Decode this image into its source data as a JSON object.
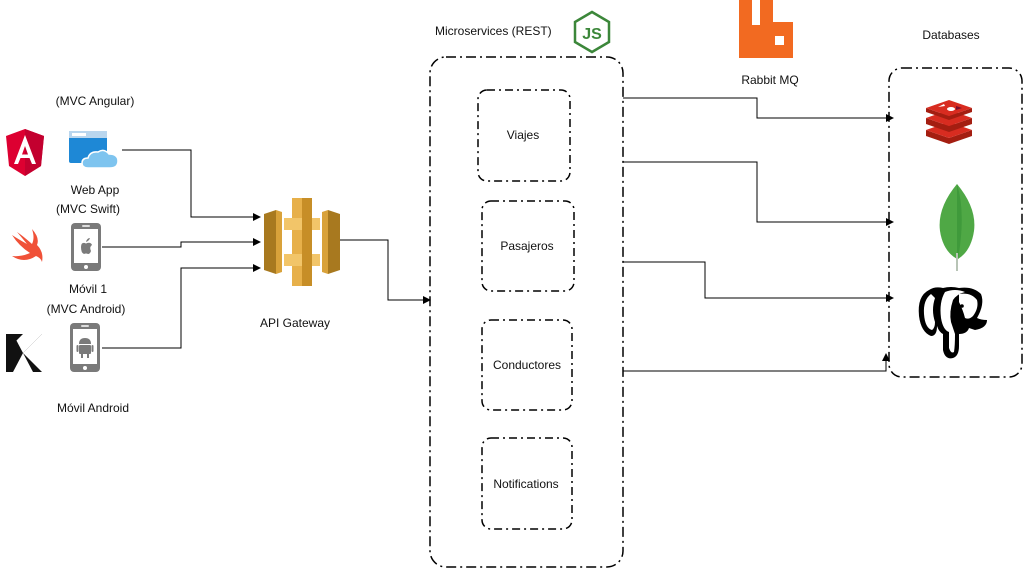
{
  "clients": {
    "web": {
      "tech_label": "(MVC Angular)",
      "name": "Web App"
    },
    "ios": {
      "tech_label": "(MVC Swift)",
      "name": "Móvil 1"
    },
    "android": {
      "tech_label": "(MVC Android)",
      "name": "Móvil Android"
    }
  },
  "gateway": {
    "label": "API Gateway"
  },
  "microservices": {
    "title": "Microservices  (REST)",
    "services": [
      "Viajes",
      "Pasajeros",
      "Conductores",
      "Notifications"
    ]
  },
  "broker": {
    "label": "Rabbit MQ"
  },
  "databases": {
    "title": "Databases"
  },
  "icons": {
    "angular": "angular-logo-icon",
    "webapp": "browser-cloud-icon",
    "swift": "swift-logo-icon",
    "iphone": "iphone-icon",
    "kotlin": "kotlin-logo-icon",
    "android_phone": "android-phone-icon",
    "gateway": "aws-api-gateway-icon",
    "nodejs": "nodejs-logo-icon",
    "rabbitmq": "rabbitmq-logo-icon",
    "redis": "redis-logo-icon",
    "mongodb": "mongodb-leaf-icon",
    "postgres": "postgresql-elephant-icon"
  },
  "colors": {
    "angular_red": "#dd0031",
    "swift_orange": "#f05138",
    "gateway_gold": "#d9a23a",
    "node_green": "#3c873a",
    "rabbit_orange": "#f26a21",
    "redis_red": "#c6302b",
    "mongo_green": "#4fa845",
    "line": "#000000"
  }
}
